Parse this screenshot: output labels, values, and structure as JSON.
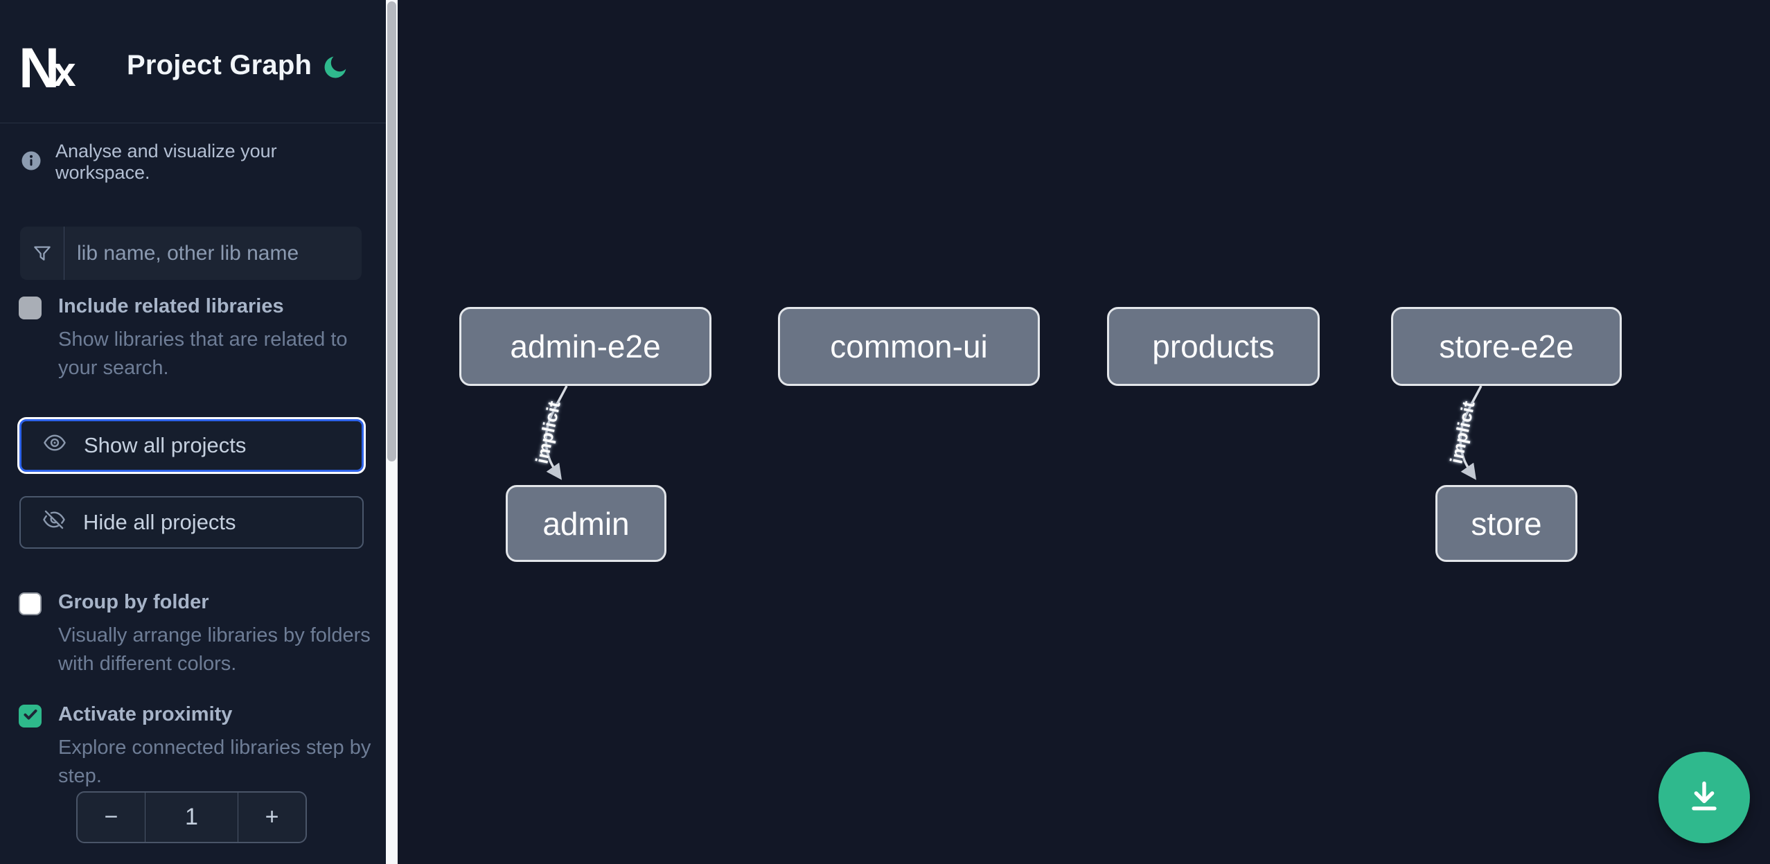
{
  "app": {
    "title": "Project Graph",
    "logo_text_n": "N",
    "logo_text_x": "x",
    "theme_icon": "moon-icon"
  },
  "colors": {
    "accent_green": "#2fb98d",
    "focus_blue": "#2e63e9",
    "sidebar_bg": "#141b2b",
    "canvas_bg": "#121726",
    "node_fill": "#6a7485",
    "node_border": "#e3e6ea"
  },
  "sidebar": {
    "info_text": "Analyse and visualize your workspace.",
    "filter": {
      "placeholder": "lib name, other lib name",
      "value": "",
      "icon": "funnel-icon"
    },
    "options": [
      {
        "label": "Include related libraries",
        "description": "Show libraries that are related to your search.",
        "checked": false
      },
      {
        "label": "Group by folder",
        "description": "Visually arrange libraries by folders with different colors.",
        "checked": false
      },
      {
        "label": "Activate proximity",
        "description": "Explore connected libraries step by step.",
        "checked": true
      }
    ],
    "buttons": {
      "show_all": {
        "label": "Show all projects",
        "icon": "eye-icon",
        "focused": true
      },
      "hide_all": {
        "label": "Hide all projects",
        "icon": "eye-off-icon",
        "focused": false
      }
    },
    "stepper": {
      "decrement": "−",
      "value": "1",
      "increment": "+"
    }
  },
  "graph": {
    "type": "node-graph",
    "nodes": [
      {
        "id": "admin-e2e",
        "label": "admin-e2e"
      },
      {
        "id": "common-ui",
        "label": "common-ui"
      },
      {
        "id": "products",
        "label": "products"
      },
      {
        "id": "store-e2e",
        "label": "store-e2e"
      },
      {
        "id": "admin",
        "label": "admin"
      },
      {
        "id": "store",
        "label": "store"
      }
    ],
    "edges": [
      {
        "source": "admin-e2e",
        "target": "admin",
        "label": "implicit"
      },
      {
        "source": "store-e2e",
        "target": "store",
        "label": "implicit"
      }
    ]
  }
}
